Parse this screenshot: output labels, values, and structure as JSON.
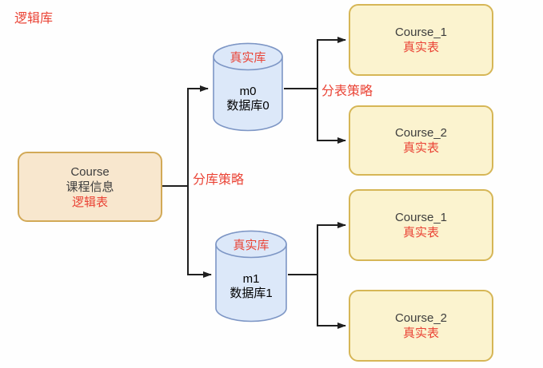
{
  "labels": {
    "logical_db": "逻辑库",
    "db_split_strategy": "分库策略",
    "table_split_strategy": "分表策略"
  },
  "logical_table": {
    "title": "Course",
    "subtitle": "课程信息",
    "tag": "逻辑表"
  },
  "databases": [
    {
      "tag": "真实库",
      "name": "m0",
      "subtitle": "数据库0"
    },
    {
      "tag": "真实库",
      "name": "m1",
      "subtitle": "数据库1"
    }
  ],
  "tables": [
    {
      "title": "Course_1",
      "tag": "真实表"
    },
    {
      "title": "Course_2",
      "tag": "真实表"
    },
    {
      "title": "Course_1",
      "tag": "真实表"
    },
    {
      "title": "Course_2",
      "tag": "真实表"
    }
  ],
  "colors": {
    "accent_red": "#ea4335",
    "logical_box_fill": "#f8e7ce",
    "logical_box_border": "#d2a957",
    "table_box_fill": "#fbf3cf",
    "table_box_border": "#d6b656",
    "cylinder_fill": "#dce8f9",
    "cylinder_border": "#7d96c5",
    "connector": "#1f1f1f",
    "text_dark": "#3d3d3d"
  }
}
